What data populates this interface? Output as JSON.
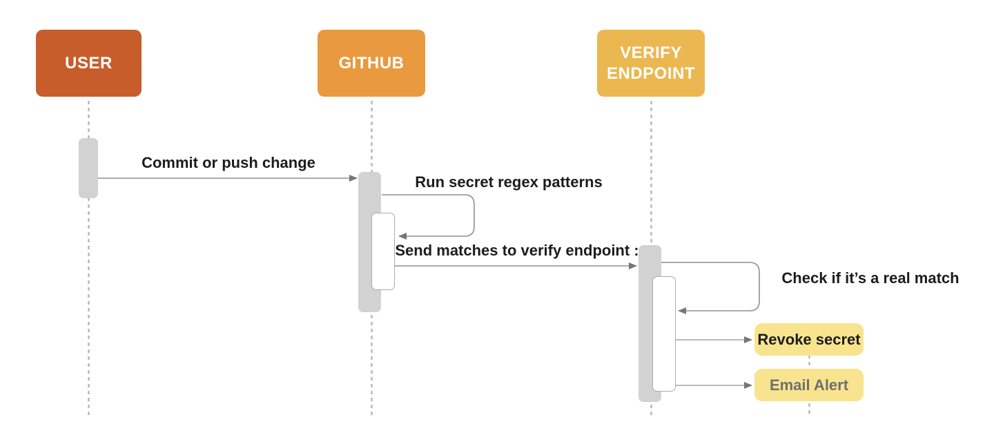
{
  "diagram_type": "sequence",
  "actors": [
    {
      "id": "user",
      "label": "USER",
      "color": "#c75d2b",
      "text_color": "#ffffff"
    },
    {
      "id": "github",
      "label": "GITHUB",
      "color": "#e9993e",
      "text_color": "#ffffff"
    },
    {
      "id": "verify",
      "label": "VERIFY ENDPOINT",
      "color": "#ebb751",
      "text_color": "#ffffff"
    }
  ],
  "messages": [
    {
      "from": "USER",
      "to": "GITHUB",
      "label": "Commit or push change"
    },
    {
      "from": "GITHUB",
      "to": "GITHUB",
      "label": "Run secret regex patterns",
      "self": true
    },
    {
      "from": "GITHUB",
      "to": "VERIFY ENDPOINT",
      "label": "Send matches to verify endpoint :"
    },
    {
      "from": "VERIFY ENDPOINT",
      "to": "VERIFY ENDPOINT",
      "label": "Check if it’s a real match",
      "self": true
    },
    {
      "from": "VERIFY ENDPOINT",
      "to": "Revoke secret",
      "label": ""
    },
    {
      "from": "VERIFY ENDPOINT",
      "to": "Email Alert",
      "label": ""
    }
  ],
  "notes": [
    {
      "label": "Revoke secret",
      "color": "#f8e48f",
      "text_color": "#1c1c1c"
    },
    {
      "label": "Email Alert",
      "color": "#f8e48f",
      "text_color": "#6f6f6f"
    }
  ],
  "colors": {
    "background": "#ffffff",
    "lifeline": "#b5b5b5",
    "activation_bar": "#d2d2d2",
    "arrow": "#8f8f8f",
    "label_text": "#1c1c1c"
  }
}
